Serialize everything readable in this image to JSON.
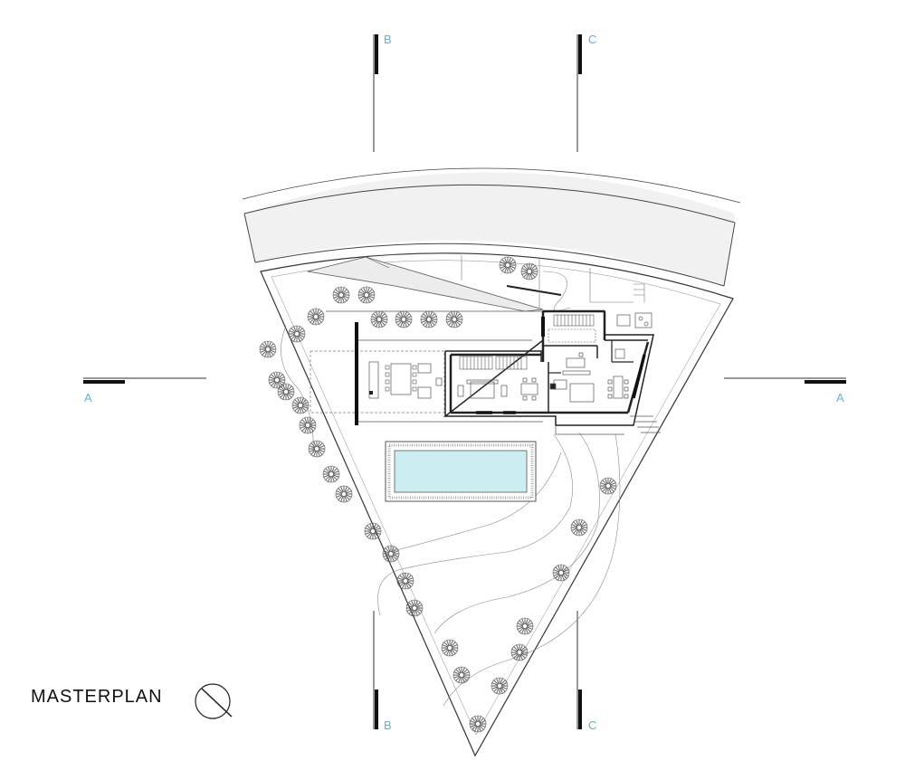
{
  "title": "MASTERPLAN",
  "colors": {
    "line": "#3a3a3a",
    "section_label": "#6aaec9",
    "pool_water": "#cdeef1",
    "road_fill": "#f1f1f1",
    "tree": "#555555"
  },
  "section_markers": {
    "a_left": "A",
    "a_right": "A",
    "b_top": "B",
    "b_bottom": "B",
    "c_top": "C",
    "c_bottom": "C"
  },
  "icons": {
    "north_arrow": "north-arrow-icon",
    "trees": "tree-symbol-icon"
  }
}
